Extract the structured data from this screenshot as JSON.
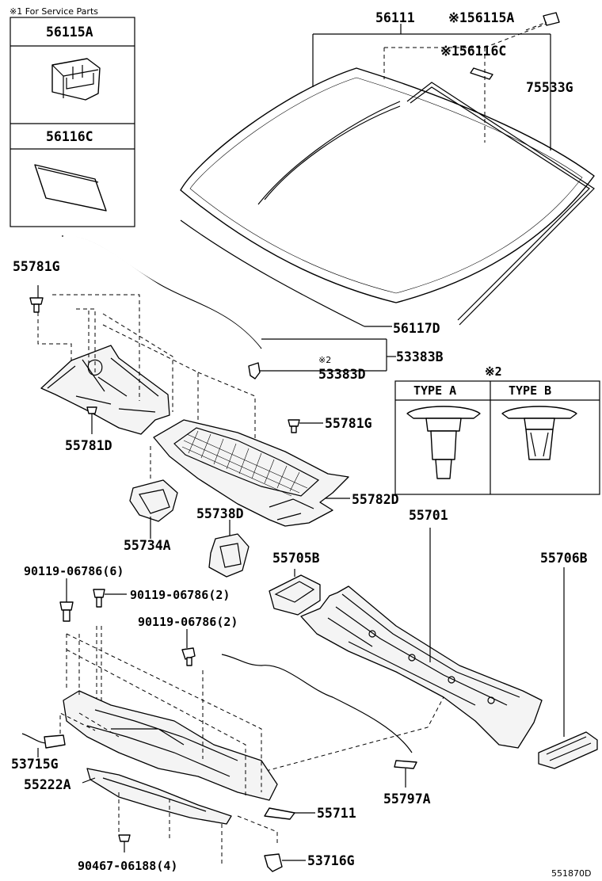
{
  "service_box": {
    "header": "※1 For Service Parts",
    "items": [
      "56115A",
      "56116C"
    ]
  },
  "type_box": {
    "mark": "※2",
    "type_a": "TYPE A",
    "type_b": "TYPE B"
  },
  "labels": {
    "p56111": "56111",
    "p56115A": "※156115A",
    "p56116C": "※156116C",
    "p75533G": "75533G",
    "p55781G_top": "55781G",
    "p56117D": "56117D",
    "p53383B": "53383B",
    "mark2": "※2",
    "p53383D": "53383D",
    "p55781G_mid": "55781G",
    "p55781D": "55781D",
    "p55782D": "55782D",
    "p55738D": "55738D",
    "p55701": "55701",
    "p55734A": "55734A",
    "p55705B": "55705B",
    "p55706B": "55706B",
    "p90119_6": "90119-06786(6)",
    "p90119_2a": "90119-06786(2)",
    "p90119_2b": "90119-06786(2)",
    "p53715G": "53715G",
    "p55222A": "55222A",
    "p55797A": "55797A",
    "p55711": "55711",
    "p90467": "90467-06188(4)",
    "p53716G": "53716G"
  },
  "diagram_id": "551870D"
}
